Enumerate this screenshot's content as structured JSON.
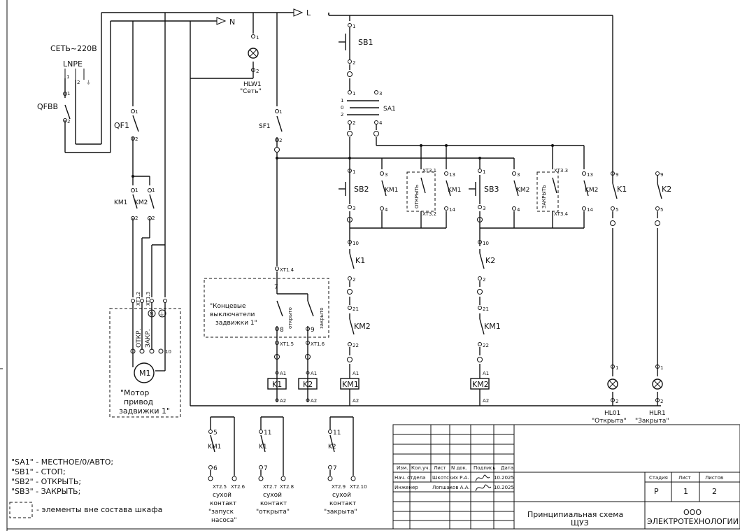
{
  "supply": {
    "title": "СЕТЬ~220В",
    "lnpe": "LNPE",
    "qf_main": "QFBB",
    "line_l": "L",
    "line_n": "N"
  },
  "labels": {
    "qf1": "QF1",
    "km1": "KM1",
    "km2": "KM2",
    "sf1": "SF1",
    "hlw1": "HLW1",
    "hlw1_desc": "\"Сеть\"",
    "sb1": "SB1",
    "sa1": "SA1",
    "sb2": "SB2",
    "sb3": "SB3",
    "k1": "K1",
    "k2": "K2",
    "open_v": "ОТКРЫТЬ",
    "close_v": "ЗАКРЫТЬ",
    "xt_31": "XT3.1",
    "xt_32": "XT3.2",
    "xt_33": "XT3.3",
    "xt_34": "XT3.4",
    "xt_14": "XT1.4",
    "xt_15": "XT1.5",
    "xt_16": "XT1.6",
    "limit_box": "\"Концевые выключатели задвижки 1\"",
    "limit_open": "открыто",
    "limit_close": "закрыто",
    "m1": "M1",
    "motor_box": "\"Мотор привод задвижки 1\"",
    "m_open": "ОТКР.",
    "m_close": "ЗАКР.",
    "xt_12": "XT1.2",
    "xt_13": "XT1.3",
    "hl01": "HL01",
    "hlr1": "HLR1",
    "hl01_desc": "\"Открыта\"",
    "hlr1_desc": "\"Закрыта\"",
    "a1": "A1",
    "a2": "A2",
    "n_mark": "N",
    "pe_mark": "⏚"
  },
  "legend": {
    "items": [
      "\"SA1\" - МЕСТНОЕ/0/АВТО;",
      "\"SB1\" - СТОП;",
      "\"SB2\" - ОТКРЫТЬ;",
      "\"SB3\" - ЗАКРЫТЬ;"
    ],
    "box_note": "- элементы вне состава шкафа"
  },
  "dry_contacts": [
    {
      "relay": "KM1",
      "top": "5",
      "bottom": "6",
      "xt_a": "XT2.5",
      "xt_b": "XT2.6",
      "line1": "сухой",
      "line2": "контакт",
      "line3": "\"запуск",
      "line4": "насоса\""
    },
    {
      "relay": "K1",
      "top": "11",
      "bottom": "7",
      "xt_a": "XT2.7",
      "xt_b": "XT2.8",
      "line1": "сухой",
      "line2": "контакт",
      "line3": "\"открыта\"",
      "line4": ""
    },
    {
      "relay": "K2",
      "top": "11",
      "bottom": "7",
      "xt_a": "XT2.9",
      "xt_b": "XT2.10",
      "line1": "сухой",
      "line2": "контакт",
      "line3": "\"закрыта\"",
      "line4": ""
    }
  ],
  "title_block": {
    "col_headers": [
      "Изм.",
      "Кол.уч.",
      "Лист",
      "N док.",
      "Подпись",
      "Дата"
    ],
    "row1_role": "Нач. отдела",
    "row1_name": "Шкотских Р.А.",
    "row1_date": "10.2025",
    "row2_role": "Инженер",
    "row2_name": "Лопшаков А.А.",
    "row2_date": "10.2025",
    "title_line1": "Принципиальная схема",
    "title_line2": "ЩУЗ",
    "stage_h": "Стадия",
    "sheet_h": "Лист",
    "sheets_h": "Листов",
    "stage": "Р",
    "sheet": "1",
    "sheets": "2",
    "org_line1": "ООО",
    "org_line2": "ЭЛЕКТРОТЕХНОЛОГИИ"
  }
}
